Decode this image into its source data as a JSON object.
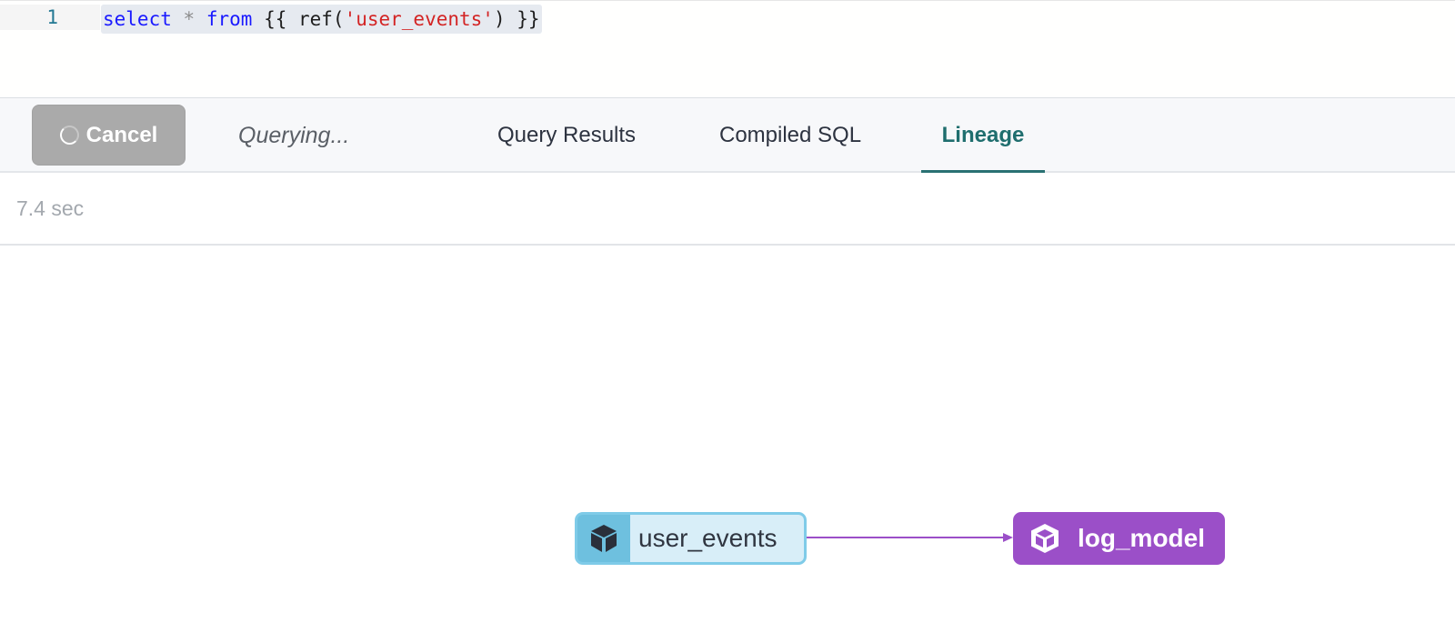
{
  "editor": {
    "line_number": "1",
    "code": {
      "kw_select": "select",
      "op_star": "*",
      "kw_from": "from",
      "open": "{{ ref(",
      "string": "'user_events'",
      "close": ") }}"
    }
  },
  "toolbar": {
    "cancel_label": "Cancel",
    "status": "Querying...",
    "tabs": [
      {
        "label": "Query Results",
        "active": false
      },
      {
        "label": "Compiled SQL",
        "active": false
      },
      {
        "label": "Lineage",
        "active": true
      }
    ]
  },
  "timer": {
    "elapsed": "7.4 sec"
  },
  "lineage": {
    "nodes": [
      {
        "label": "user_events",
        "icon": "cube-icon",
        "color": "#6ec0df"
      },
      {
        "label": "log_model",
        "icon": "cube-icon",
        "color": "#9b4fc8"
      }
    ],
    "edge_color": "#9b4fc8"
  },
  "colors": {
    "accent": "#2a7173",
    "cancel_bg": "#aaaaaa"
  }
}
